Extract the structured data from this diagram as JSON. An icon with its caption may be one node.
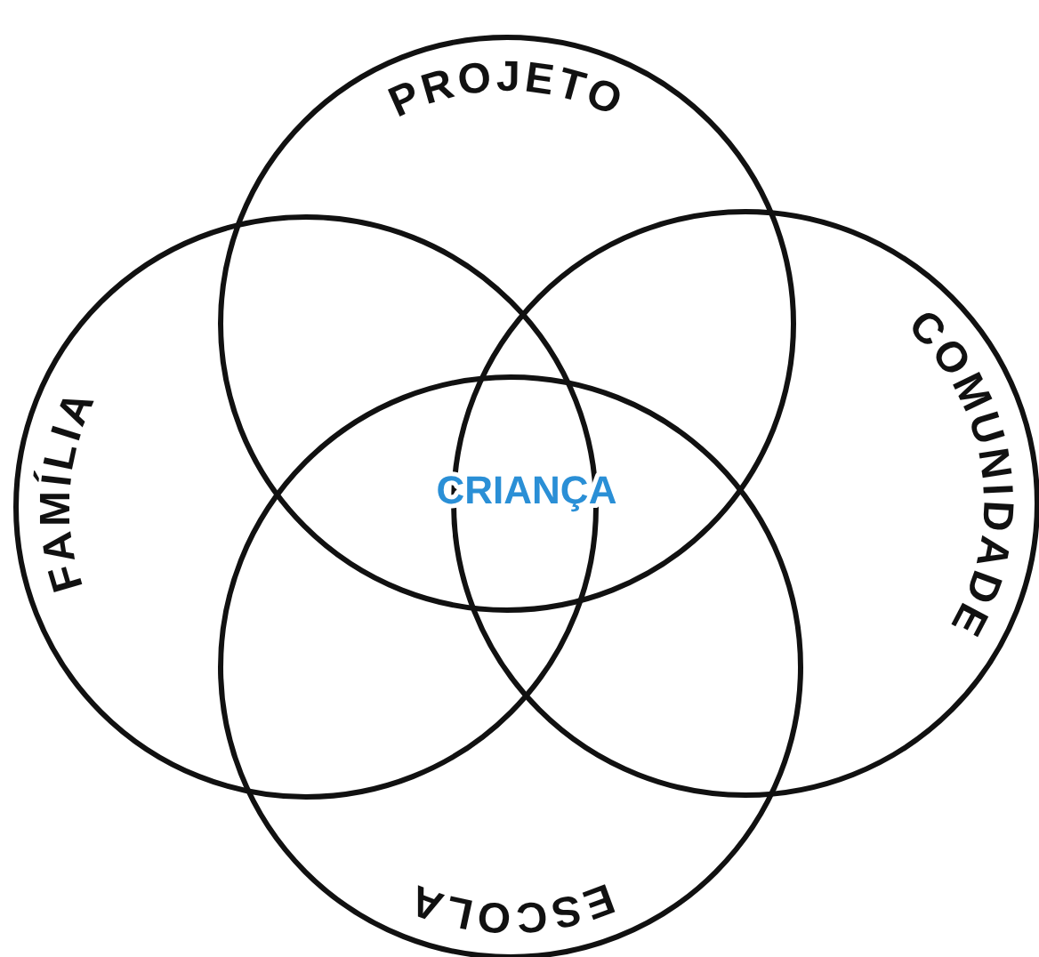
{
  "diagram": {
    "nodes": [
      {
        "text": [
          "PROJETO"
        ]
      },
      {
        "text": [
          "COMUNIDADE"
        ]
      },
      {
        "text": [
          "ESCOLA"
        ]
      },
      {
        "text": [
          "FAMÍLIA"
        ]
      }
    ],
    "labels": [
      "CRIANÇA"
    ]
  }
}
